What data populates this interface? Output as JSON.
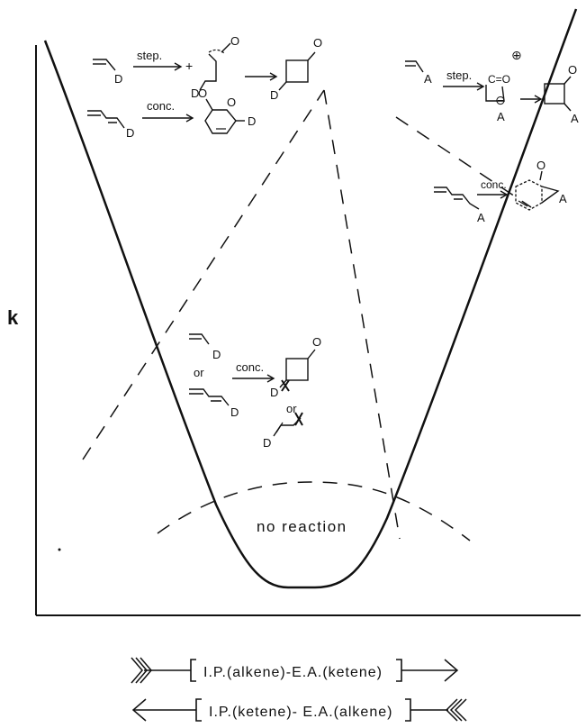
{
  "axis": {
    "y_label": "k",
    "x_label_top": "I.P.(alkene)-E.A.(ketene)",
    "x_label_bottom": "I.P.(ketene)- E.A.(alkene)"
  },
  "region_label": "no reaction",
  "schemes": {
    "top_left_step": "step.",
    "top_left_conc": "conc.",
    "top_right_step": "step.",
    "top_right_conc": "conc.",
    "middle_conc": "conc.",
    "middle_or_1": "or",
    "middle_or_2": "or"
  },
  "substituents": {
    "donor": "D",
    "acceptor": "A",
    "carbonyl_o": "O",
    "ketene_co": "C=O",
    "plus": "+",
    "charge_plus_circled": "⊕",
    "charge_minus_circled": "⊖"
  }
}
